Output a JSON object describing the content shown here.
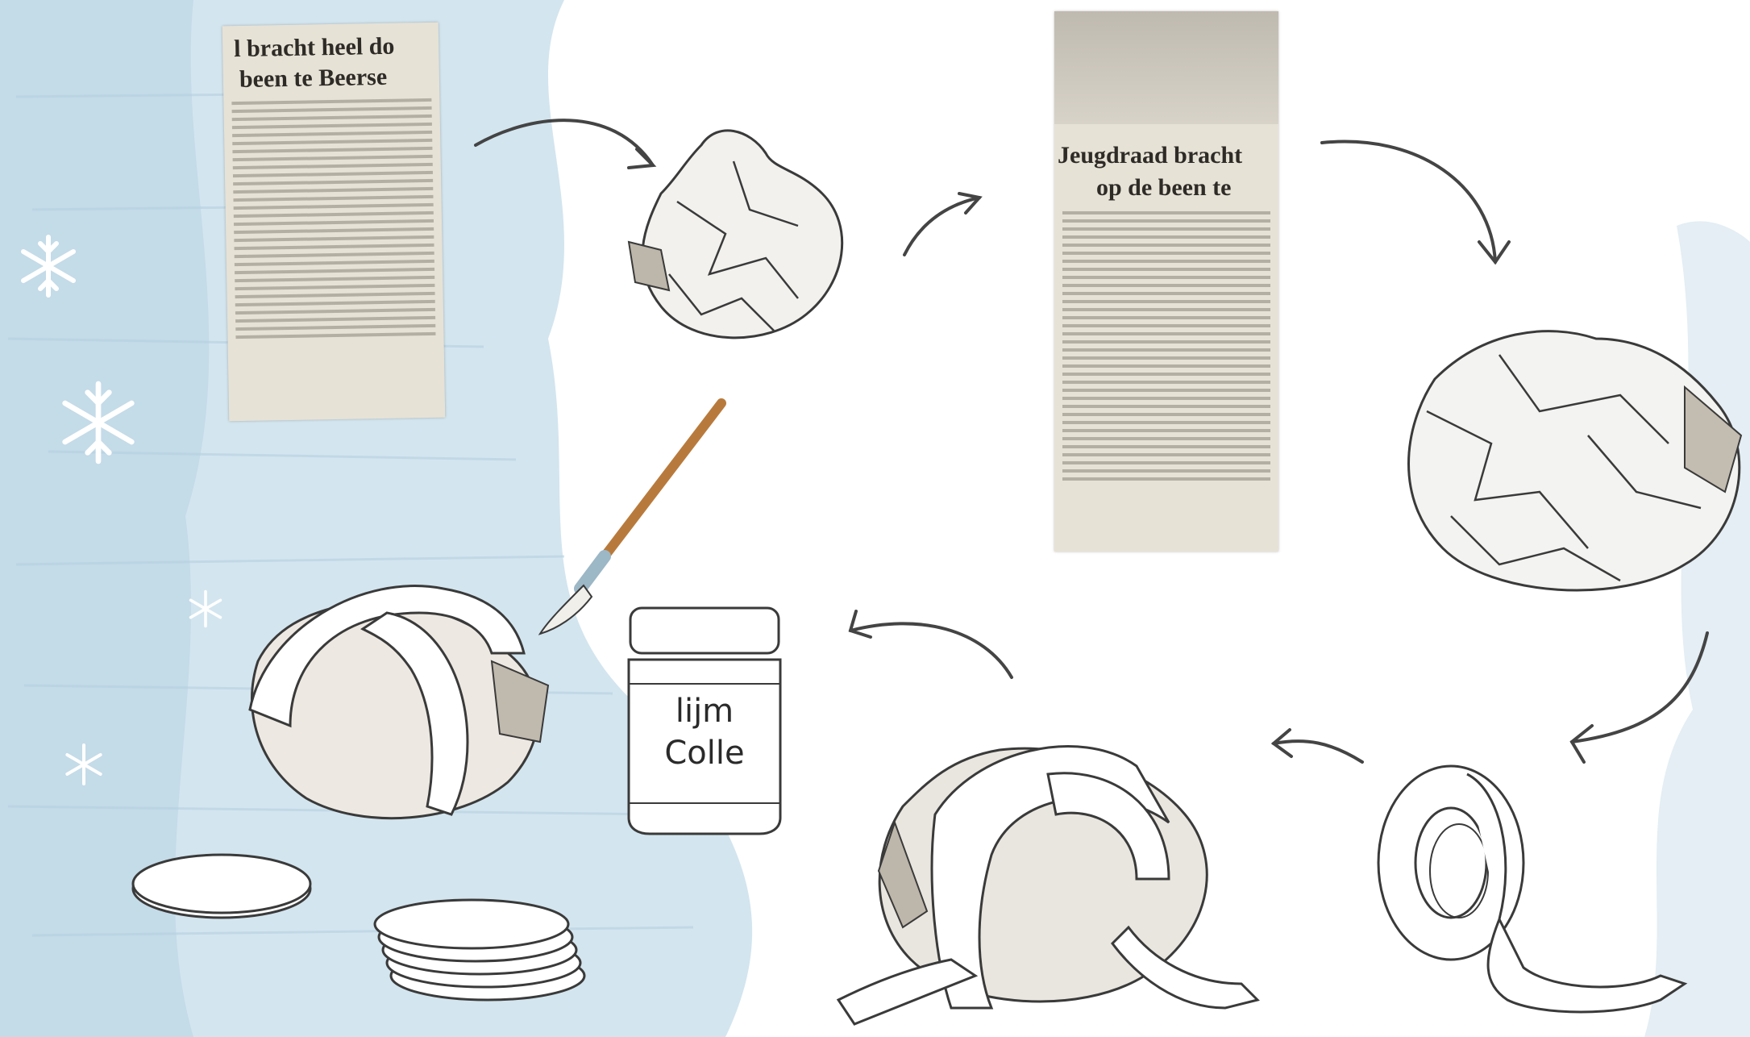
{
  "clippings": {
    "clip1": {
      "headline_line1": "l bracht heel do",
      "headline_line2": "been te Beerse"
    },
    "clip2": {
      "headline_line1": "Jeugdraad bracht",
      "headline_line2": "op de been te"
    }
  },
  "jar": {
    "label_line1": "lijm",
    "label_line2": "Colle"
  },
  "steps": [
    {
      "name": "newspaper"
    },
    {
      "name": "crumpled-paper-ball"
    },
    {
      "name": "newspaper"
    },
    {
      "name": "crumpled-paper-ball"
    },
    {
      "name": "tape-roll"
    },
    {
      "name": "taped-ball"
    },
    {
      "name": "glued-ball"
    }
  ],
  "icons": [
    "snowflake-icon",
    "paintbrush-icon",
    "glue-jar-icon",
    "tape-roll-icon",
    "arrow-icon"
  ],
  "colors": {
    "background_paint": "#cfe3ef",
    "paper": "#e7e2d6",
    "ink": "#3a3a3a",
    "brush_handle": "#b87a3c"
  }
}
